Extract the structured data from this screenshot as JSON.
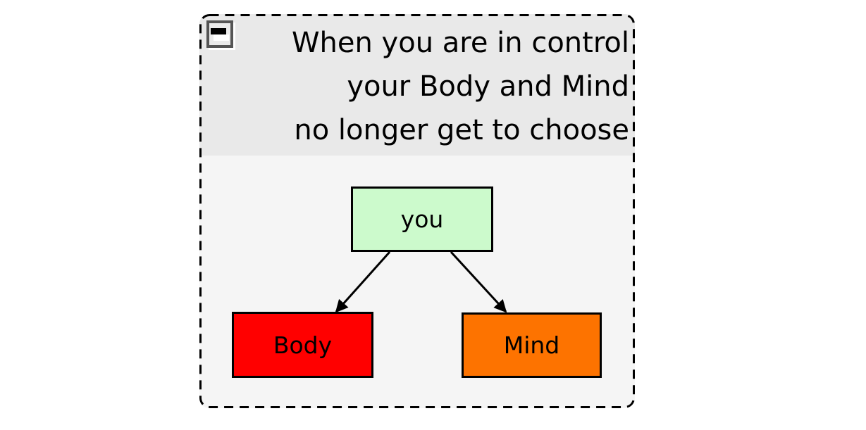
{
  "frame": {
    "header": {
      "collapse_button": {
        "icon": "minus-icon"
      },
      "title": "When you are in control\nyour Body and Mind\nno longer get to choose"
    },
    "nodes": [
      {
        "id": "you",
        "label": "you",
        "fill": "#ccfacc"
      },
      {
        "id": "Body",
        "label": "Body",
        "fill": "#ff0000"
      },
      {
        "id": "Mind",
        "label": "Mind",
        "fill": "#fd7300"
      }
    ],
    "edges": [
      {
        "from": "you",
        "to": "Body"
      },
      {
        "from": "you",
        "to": "Mind"
      }
    ],
    "colors": {
      "page_bg": "#ffffff",
      "header_bg": "#e9e9e9",
      "canvas_bg": "#f5f5f5",
      "border": "#000000",
      "edge": "#000000"
    }
  }
}
